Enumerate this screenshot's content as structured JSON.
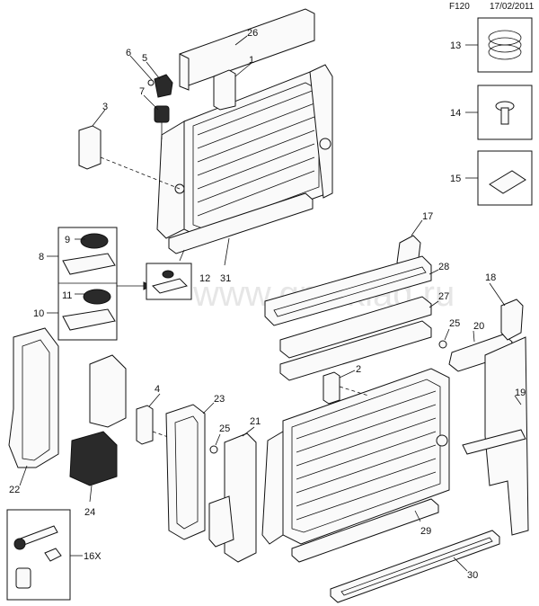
{
  "header": {
    "code": "F120",
    "date": "17/02/2011"
  },
  "watermark": "www.gmsklad.ru",
  "callouts": {
    "c1": "1",
    "c2": "2",
    "c3": "3",
    "c5": "5",
    "c6": "6",
    "c7": "7",
    "c8": "8",
    "c9": "9",
    "c10": "10",
    "c11": "11",
    "c12": "12",
    "c13": "13",
    "c14": "14",
    "c15": "15",
    "c16": "16X",
    "c17": "17",
    "c18": "18",
    "c19": "19",
    "c20": "20",
    "c21": "21",
    "c22": "22",
    "c23": "23",
    "c24": "24",
    "c25a": "25",
    "c25b": "25",
    "c26": "26",
    "c27": "27",
    "c28": "28",
    "c29": "29",
    "c30": "30",
    "c31": "31",
    "c4": "4"
  }
}
